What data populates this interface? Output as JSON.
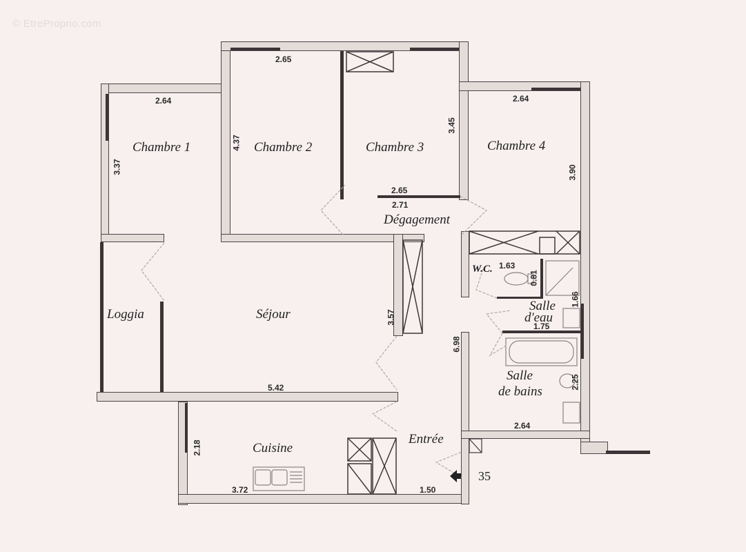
{
  "watermark": "© EtreProprio.com",
  "rooms": {
    "chambre1": "Chambre 1",
    "chambre2": "Chambre 2",
    "chambre3": "Chambre 3",
    "chambre4": "Chambre 4",
    "degagement": "Dégagement",
    "loggia": "Loggia",
    "sejour": "Séjour",
    "wc": "W.C.",
    "salle_eau_1": "Salle",
    "salle_eau_2": "d'eau",
    "salle_bains_1": "Salle",
    "salle_bains_2": "de bains",
    "cuisine": "Cuisine",
    "entree": "Entrée"
  },
  "dimensions": {
    "chambre1_width": "2.64",
    "chambre1_height": "3.37",
    "chambre2_width": "2.65",
    "chambre2_height": "4.37",
    "chambre3_height": "3.45",
    "chambre3_width": "2.65",
    "degagement_width": "2.71",
    "chambre4_width": "2.64",
    "chambre4_height": "3.90",
    "wc_width": "1.63",
    "wc_depth": "0.81",
    "salle_eau_height": "1.66",
    "salle_eau_width": "1.75",
    "salle_bains_height": "2.25",
    "salle_bains_width": "2.64",
    "sejour_width": "5.42",
    "sejour_height": "3.57",
    "entree_length": "6.98",
    "cuisine_height": "2.18",
    "cuisine_width": "3.72",
    "entree_width": "1.50"
  },
  "entrance_number": "35",
  "colors": {
    "background": "#f7f0ef",
    "wall_fill": "#e4dcd9",
    "wall_stroke": "#4a4446",
    "text": "#222222"
  }
}
